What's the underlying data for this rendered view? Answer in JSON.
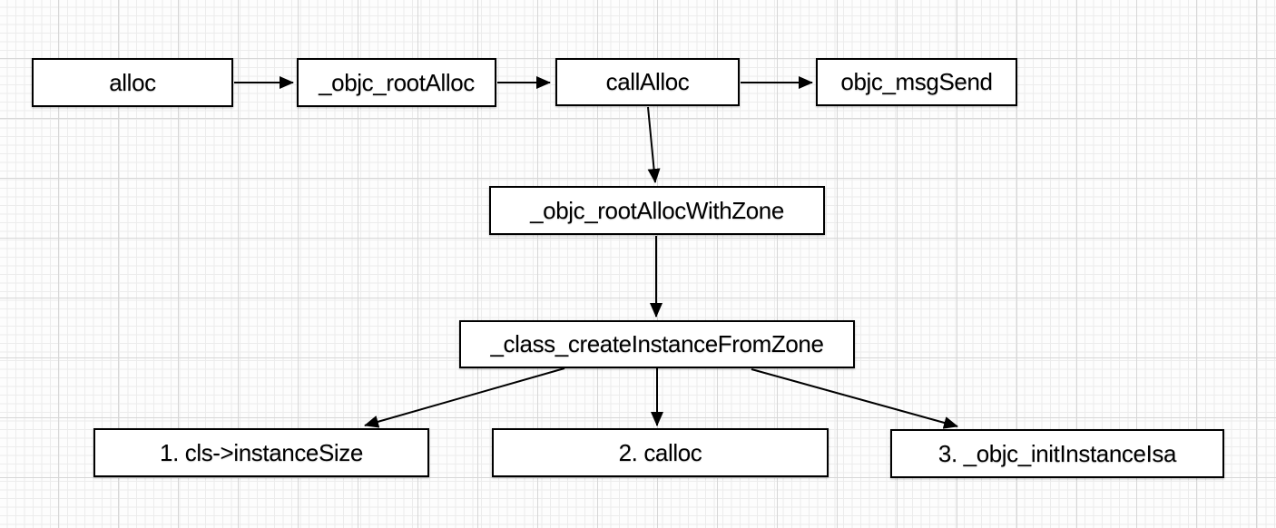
{
  "canvas": {
    "background_color": "#fdfdfd",
    "grid_minor_color": "#ececec",
    "grid_major_color": "#d7d7d7"
  },
  "style": {
    "node_fill": "#ffffff",
    "node_border_color": "#000000",
    "arrow_color": "#000000",
    "text_color": "#000000"
  },
  "nodes": [
    {
      "id": "alloc",
      "label": "alloc"
    },
    {
      "id": "objc_rootAlloc",
      "label": "_objc_rootAlloc"
    },
    {
      "id": "callAlloc",
      "label": "callAlloc"
    },
    {
      "id": "objc_msgSend",
      "label": "objc_msgSend"
    },
    {
      "id": "objc_rootAllocWithZone",
      "label": "_objc_rootAllocWithZone"
    },
    {
      "id": "class_createInstanceFromZone",
      "label": "_class_createInstanceFromZone"
    },
    {
      "id": "step1",
      "label": "1. cls->instanceSize"
    },
    {
      "id": "step2",
      "label": "2. calloc"
    },
    {
      "id": "step3",
      "label": "3. _objc_initInstanceIsa"
    }
  ],
  "edges": [
    {
      "from": "alloc",
      "to": "objc_rootAlloc"
    },
    {
      "from": "objc_rootAlloc",
      "to": "callAlloc"
    },
    {
      "from": "callAlloc",
      "to": "objc_msgSend"
    },
    {
      "from": "callAlloc",
      "to": "objc_rootAllocWithZone"
    },
    {
      "from": "objc_rootAllocWithZone",
      "to": "class_createInstanceFromZone"
    },
    {
      "from": "class_createInstanceFromZone",
      "to": "step1"
    },
    {
      "from": "class_createInstanceFromZone",
      "to": "step2"
    },
    {
      "from": "class_createInstanceFromZone",
      "to": "step3"
    }
  ]
}
